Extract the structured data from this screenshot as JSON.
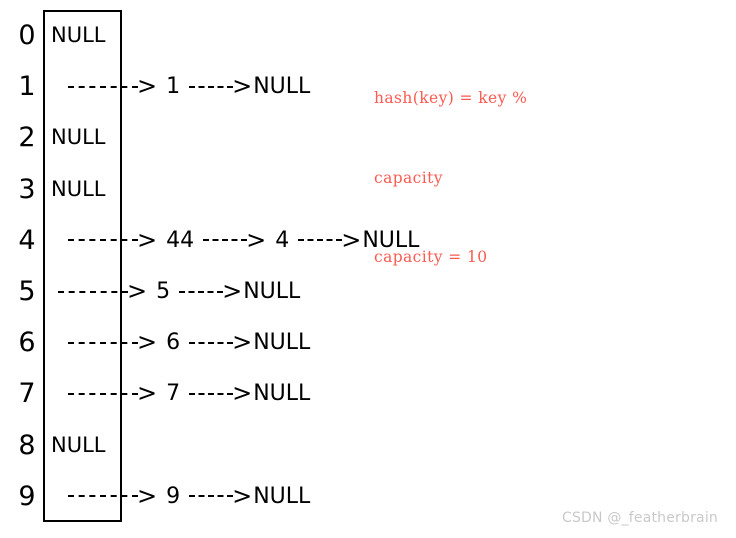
{
  "diagram": {
    "title": "hash-table-separate-chaining",
    "capacity": 10,
    "formula_note": {
      "line1": "hash(key) = key %",
      "line2": "capacity",
      "line3": "capacity = 10",
      "color": "#fa5b53"
    },
    "null_label": "NULL",
    "arrow_head": ">",
    "buckets": [
      {
        "index": "0",
        "empty_label": "NULL",
        "chain": []
      },
      {
        "index": "1",
        "empty_label": "",
        "chain": [
          "1",
          "NULL"
        ]
      },
      {
        "index": "2",
        "empty_label": "NULL",
        "chain": []
      },
      {
        "index": "3",
        "empty_label": "NULL",
        "chain": []
      },
      {
        "index": "4",
        "empty_label": "",
        "chain": [
          "44",
          "4",
          "NULL"
        ]
      },
      {
        "index": "5",
        "empty_label": "",
        "chain": [
          "5",
          "NULL"
        ]
      },
      {
        "index": "6",
        "empty_label": "",
        "chain": [
          "6",
          "NULL"
        ]
      },
      {
        "index": "7",
        "empty_label": "",
        "chain": [
          "7",
          "NULL"
        ]
      },
      {
        "index": "8",
        "empty_label": "NULL",
        "chain": []
      },
      {
        "index": "9",
        "empty_label": "",
        "chain": [
          "9",
          "NULL"
        ]
      }
    ]
  },
  "watermark": {
    "text": "CSDN @_featherbrain"
  }
}
